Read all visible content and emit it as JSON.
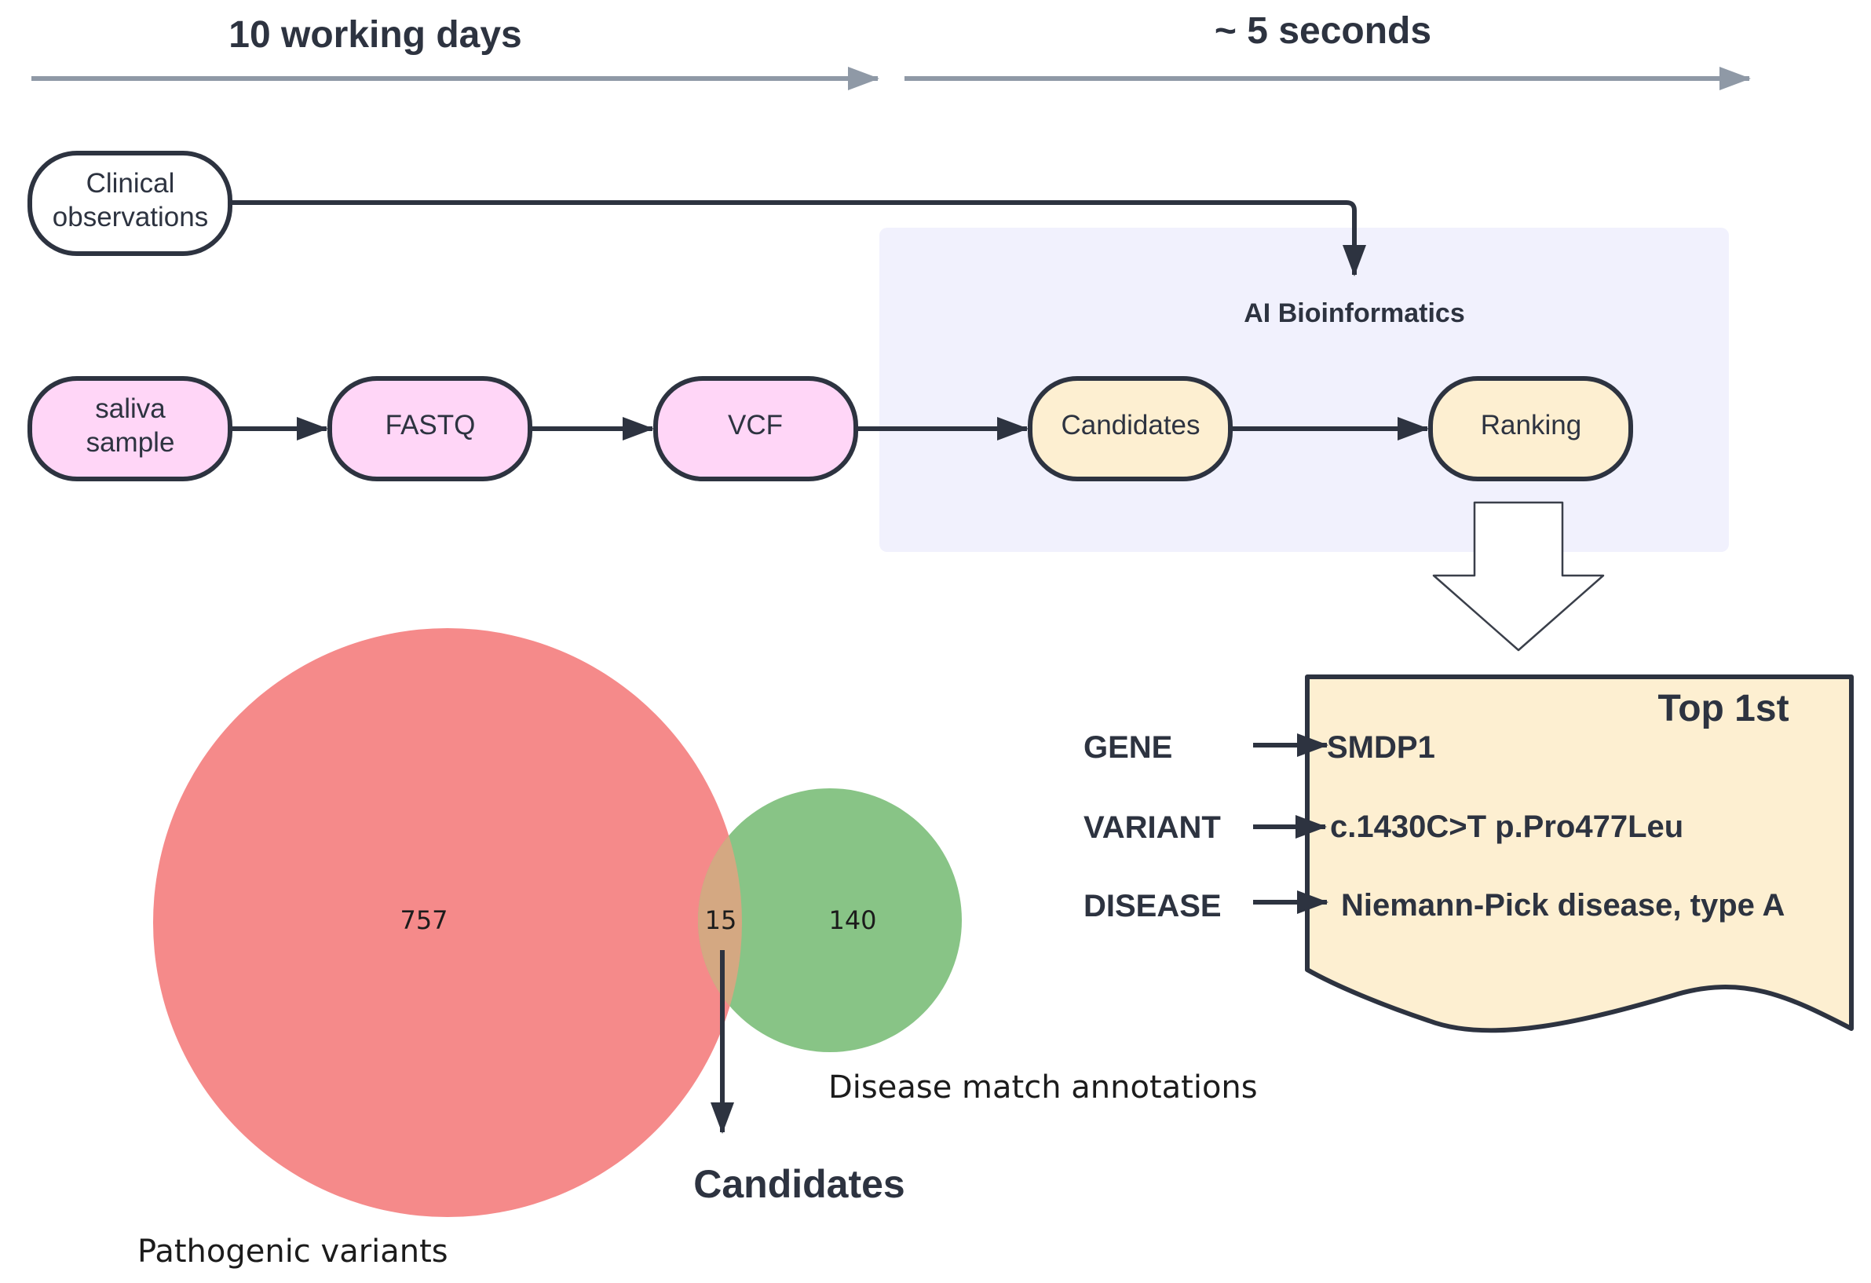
{
  "timeline": {
    "left_label": "10 working days",
    "right_label": "~ 5 seconds"
  },
  "nodes": {
    "clinical": [
      "Clinical",
      "observations"
    ],
    "saliva": [
      "saliva",
      "sample"
    ],
    "fastq": "FASTQ",
    "vcf": "VCF",
    "candidates": "Candidates",
    "ranking": "Ranking"
  },
  "group": {
    "title": "AI Bioinformatics"
  },
  "venn": {
    "left_count": "757",
    "overlap_count": "15",
    "right_count": "140",
    "left_label": "Pathogenic variants",
    "right_label": "Disease match annotations",
    "overlap_label": "Candidates"
  },
  "result": {
    "title": "Top 1st",
    "rows": [
      {
        "key": "GENE",
        "value": "SMDP1"
      },
      {
        "key": "VARIANT",
        "value": "c.1430C>T p.Pro477Leu"
      },
      {
        "key": "DISEASE",
        "value": "Niemann-Pick disease, type A"
      }
    ]
  },
  "colors": {
    "pink_node": "#ffd6f7",
    "cream_node": "#fdefd1",
    "group_bg": "#f1f1fd",
    "red_circle": "#f58a8a",
    "green_circle": "#88c486",
    "overlap": "#d4a882",
    "stroke": "#2d3340",
    "timeline": "#8f99a6"
  }
}
